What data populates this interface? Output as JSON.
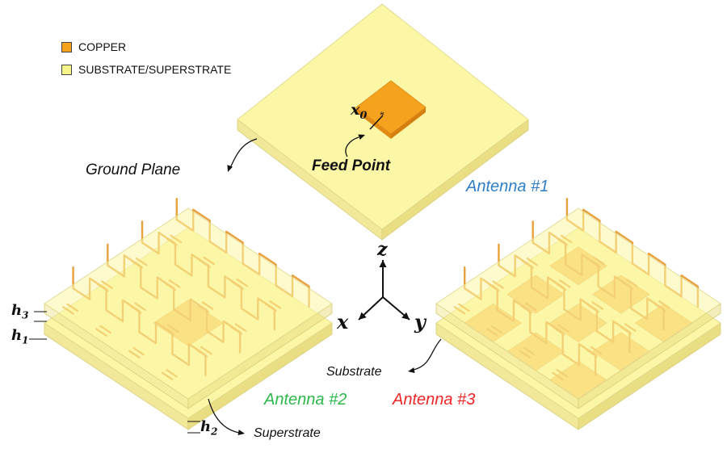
{
  "legend": {
    "items": [
      {
        "label": "COPPER",
        "color": "#f5a21f"
      },
      {
        "label": "SUBSTRATE/SUPERSTRATE",
        "color": "#f7f48a"
      }
    ]
  },
  "labels": {
    "ground_plane": "Ground Plane",
    "feed_point": "Feed Point",
    "x0_main": "x",
    "x0_sub": "0",
    "substrate": "Substrate",
    "superstrate": "Superstrate",
    "h3_main": "h",
    "h3_sub": "3",
    "h1_main": "h",
    "h1_sub": "1",
    "h2_main": "h",
    "h2_sub": "2"
  },
  "axes": {
    "z": "z",
    "x": "x",
    "y": "y"
  },
  "antennas": [
    {
      "label": "Antenna #1",
      "color": "#2e7fc6"
    },
    {
      "label": "Antenna #2",
      "color": "#2db84a"
    },
    {
      "label": "Antenna #3",
      "color": "#f02626"
    }
  ],
  "colors": {
    "substrate_top": "#fbf7a6",
    "substrate_side_left": "#f1e89a",
    "substrate_side_right": "#e9de84",
    "copper": "#f5a21f",
    "copper_line": "#e8a13c"
  }
}
